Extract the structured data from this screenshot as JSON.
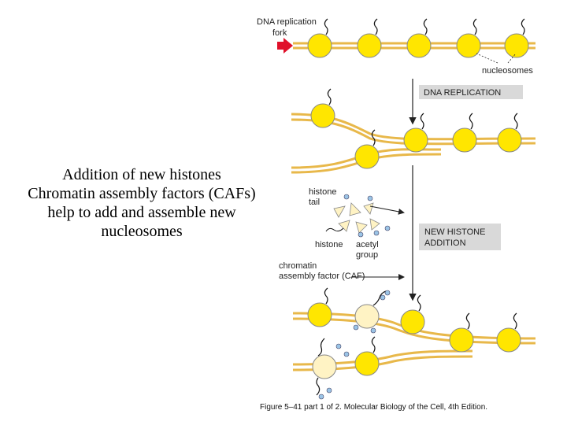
{
  "caption": {
    "line1": "Addition of new histones",
    "line2": "Chromatin assembly factors (CAFs)",
    "line3": "help to add and assemble new",
    "line4": "nucleosomes"
  },
  "diagram": {
    "fork_label_1": "DNA replication",
    "fork_label_2": "fork",
    "nucleosomes_label": "nucleosomes",
    "step1_label": "DNA REPLICATION",
    "step2_label_1": "NEW HISTONE",
    "step2_label_2": "ADDITION",
    "histone_tail_1": "histone",
    "histone_tail_2": "tail",
    "histone_label": "histone",
    "acetyl_1": "acetyl",
    "acetyl_2": "group",
    "caf_1": "chromatin",
    "caf_2": "assembly factor (CAF)",
    "figure_caption": "Figure 5–41 part 1 of 2. Molecular Biology of the Cell, 4th Edition."
  },
  "colors": {
    "dna": "#e8b84a",
    "nucleosome": "#ffe600",
    "new_histone": "#fff3c4",
    "acetyl": "#9bc4e6",
    "arrow_red": "#e0102a",
    "label_box": "#d9d9d9"
  }
}
